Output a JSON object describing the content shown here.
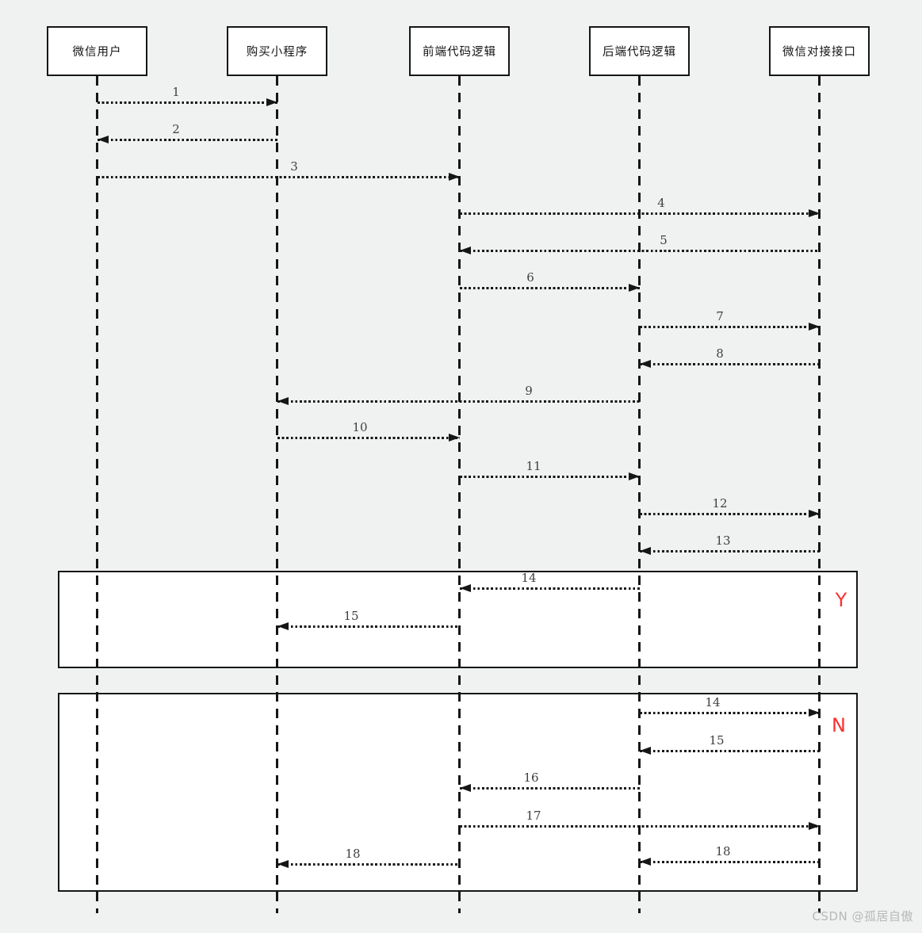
{
  "diagram": {
    "actors": [
      {
        "id": "wechat-user",
        "label": "微信用户"
      },
      {
        "id": "purchase-miniprogram",
        "label": "购买小程序"
      },
      {
        "id": "frontend-logic",
        "label": "前端代码逻辑"
      },
      {
        "id": "backend-logic",
        "label": "后端代码逻辑"
      },
      {
        "id": "wechat-api",
        "label": "微信对接接口"
      }
    ],
    "messages": [
      {
        "label": "1",
        "section": "main",
        "from": "wechat-user",
        "to": "purchase-miniprogram"
      },
      {
        "label": "2",
        "section": "main",
        "from": "purchase-miniprogram",
        "to": "wechat-user"
      },
      {
        "label": "3",
        "section": "main",
        "from": "wechat-user",
        "to": "frontend-logic"
      },
      {
        "label": "4",
        "section": "main",
        "from": "frontend-logic",
        "to": "wechat-api"
      },
      {
        "label": "5",
        "section": "main",
        "from": "wechat-api",
        "to": "frontend-logic"
      },
      {
        "label": "6",
        "section": "main",
        "from": "frontend-logic",
        "to": "backend-logic"
      },
      {
        "label": "7",
        "section": "main",
        "from": "backend-logic",
        "to": "wechat-api"
      },
      {
        "label": "8",
        "section": "main",
        "from": "wechat-api",
        "to": "backend-logic"
      },
      {
        "label": "9",
        "section": "main",
        "from": "backend-logic",
        "to": "purchase-miniprogram"
      },
      {
        "label": "10",
        "section": "main",
        "from": "purchase-miniprogram",
        "to": "frontend-logic"
      },
      {
        "label": "11",
        "section": "main",
        "from": "frontend-logic",
        "to": "backend-logic"
      },
      {
        "label": "12",
        "section": "main",
        "from": "backend-logic",
        "to": "wechat-api"
      },
      {
        "label": "13",
        "section": "main",
        "from": "wechat-api",
        "to": "backend-logic"
      },
      {
        "label": "14",
        "section": "alt-yes",
        "from": "backend-logic",
        "to": "frontend-logic"
      },
      {
        "label": "15",
        "section": "alt-yes",
        "from": "frontend-logic",
        "to": "purchase-miniprogram"
      },
      {
        "label": "14",
        "section": "alt-no",
        "from": "backend-logic",
        "to": "wechat-api"
      },
      {
        "label": "15",
        "section": "alt-no",
        "from": "wechat-api",
        "to": "backend-logic"
      },
      {
        "label": "16",
        "section": "alt-no",
        "from": "backend-logic",
        "to": "frontend-logic"
      },
      {
        "label": "17",
        "section": "alt-no",
        "from": "frontend-logic",
        "to": "wechat-api"
      },
      {
        "label": "18",
        "section": "alt-no",
        "from": "wechat-api",
        "to": "backend-logic"
      },
      {
        "label": "18",
        "section": "alt-no",
        "from": "frontend-logic",
        "to": "purchase-miniprogram"
      }
    ],
    "frames": [
      {
        "id": "yes",
        "label": "Y"
      },
      {
        "id": "no",
        "label": "N"
      }
    ],
    "watermark": "CSDN @孤居自傲",
    "colors": {
      "line": "#161616",
      "message_label": "#3f3f3f",
      "frame_label": "#fb3030",
      "background": "#f0f2f1",
      "watermark": "#b6b9b8",
      "box_fill": "#ffffff"
    }
  }
}
